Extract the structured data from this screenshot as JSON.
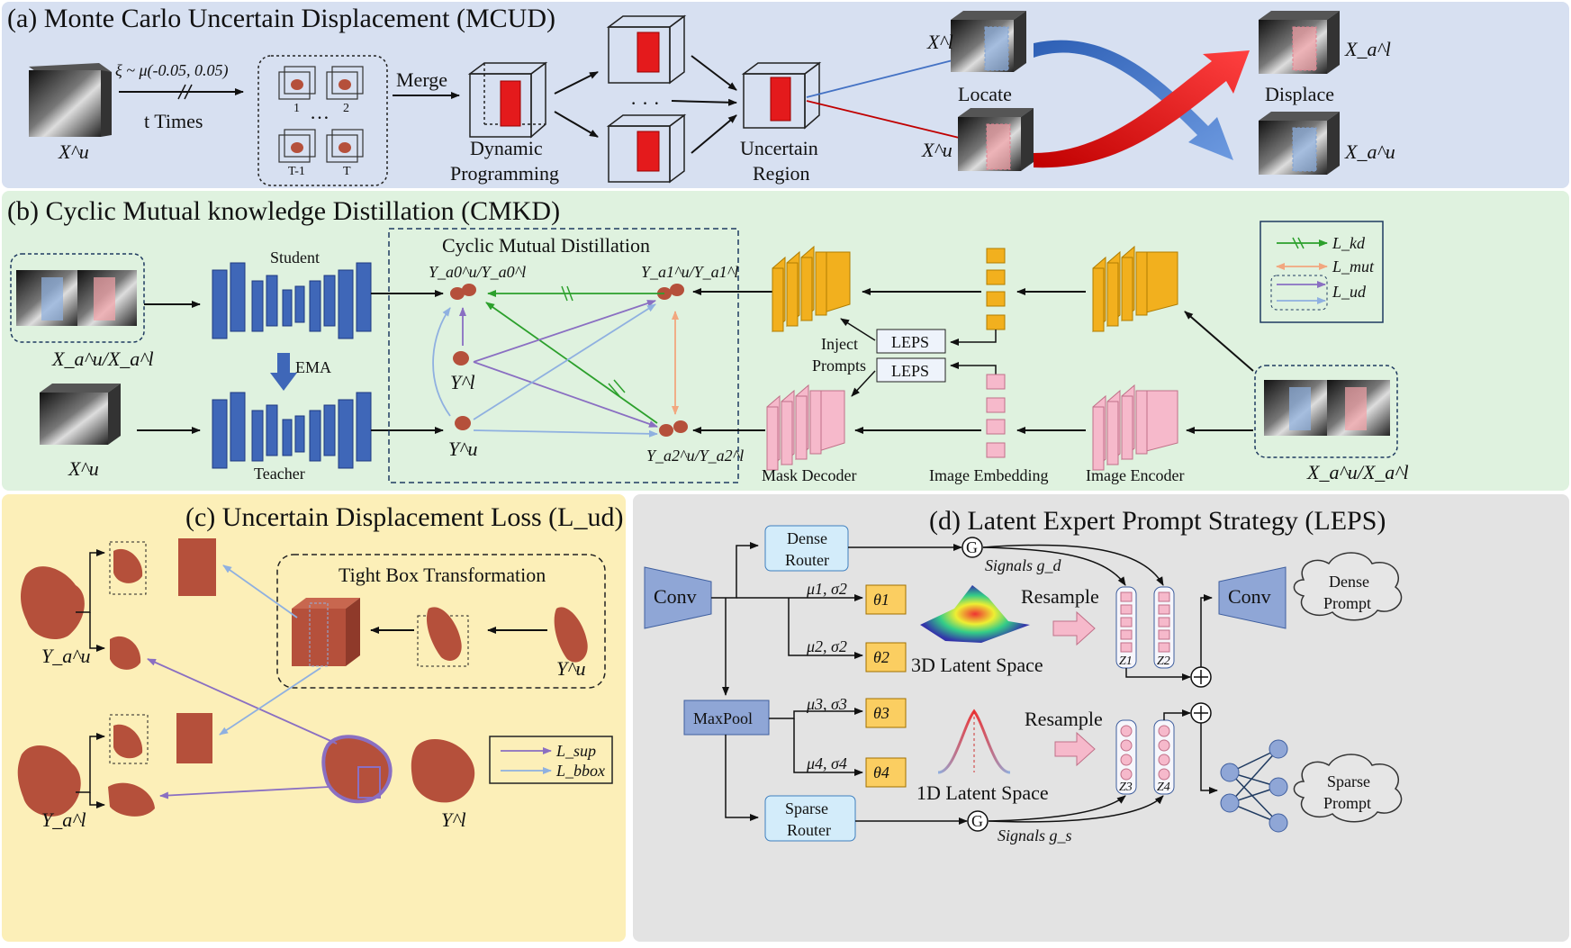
{
  "panel_a": {
    "title": "(a) Monte Carlo Uncertain Displacement (MCUD)",
    "input_label": "X^u",
    "noise_label": "ξ ~ μ(-0.05, 0.05)",
    "times_label": "t Times",
    "sample_labels": [
      "1",
      "2",
      "T-1",
      "T"
    ],
    "ellipsis": "…",
    "merge_label": "Merge",
    "dp_label_1": "Dynamic",
    "dp_label_2": "Programming",
    "dots": "· · ·",
    "uncertain_label_1": "Uncertain",
    "uncertain_label_2": "Region",
    "xl_label": "X^l",
    "xu_label": "X^u",
    "locate_label": "Locate",
    "displace_label": "Displace",
    "xal_label": "X_a^l",
    "xau_label": "X_a^u"
  },
  "panel_b": {
    "title": "(b) Cyclic Mutual knowledge Distillation (CMKD)",
    "input_label": "X_a^u/X_a^l",
    "input2_label": "X^u",
    "student_label": "Student",
    "teacher_label": "Teacher",
    "ema_label": "EMA",
    "cmd_title": "Cyclic Mutual Distillation",
    "y_a0": "Y_a0^u/Y_a0^l",
    "y_a1": "Y_a1^u/Y_a1^l",
    "y_a2": "Y_a2^u/Y_a2^l",
    "y_l": "Y^l",
    "y_u": "Y^u",
    "inject_1": "Inject",
    "inject_2": "Prompts",
    "leps": "LEPS",
    "mask_decoder": "Mask Decoder",
    "image_embedding": "Image Embedding",
    "image_encoder": "Image Encoder",
    "sam_input_label": "X_a^u/X_a^l",
    "legend": [
      "L_kd",
      "L_mut",
      "L_ud"
    ]
  },
  "panel_c": {
    "title": "(c) Uncertain Displacement Loss (L_ud)",
    "tight_box": "Tight Box Transformation",
    "y_au": "Y_a^u",
    "y_al": "Y_a^l",
    "y_u": "Y^u",
    "y_l": "Y^l",
    "legend": [
      "L_sup",
      "L_bbox"
    ]
  },
  "panel_d": {
    "title": "(d) Latent Expert Prompt Strategy (LEPS)",
    "conv": "Conv",
    "maxpool": "MaxPool",
    "dense_router_1": "Dense",
    "dense_router_2": "Router",
    "sparse_router_1": "Sparse",
    "sparse_router_2": "Router",
    "mu1": "μ1, σ2",
    "mu2": "μ2, σ2",
    "mu3": "μ3, σ3",
    "mu4": "μ4, σ4",
    "experts": [
      "θ1",
      "θ2",
      "θ3",
      "θ4"
    ],
    "gate": "G",
    "signals_d": "Signals g_d",
    "signals_s": "Signals g_s",
    "resample": "Resample",
    "latent_3d": "3D Latent Space",
    "latent_1d": "1D Latent Space",
    "z": [
      "Z1",
      "Z2",
      "Z3",
      "Z4"
    ],
    "conv_out": "Conv",
    "dense_prompt_1": "Dense",
    "dense_prompt_2": "Prompt",
    "sparse_prompt_1": "Sparse",
    "sparse_prompt_2": "Prompt"
  },
  "colors": {
    "panel_a_bg": "#d7e0f1",
    "panel_b_bg": "#dff2df",
    "panel_c_bg": "#fcefb8",
    "panel_d_bg": "#e3e3e3",
    "network_blue": "#3f67b8",
    "orange_block": "#f2b01e",
    "pink_block": "#f6b9cb",
    "router_fill": "#d3ecfa",
    "expert_fill": "#fbce61",
    "kd_arrow": "#2ca02c",
    "mut_arrow": "#f2a77f",
    "ud_arrow": "#9b8fd0",
    "red_region": "#e41a1c",
    "organ": "#b5503b"
  }
}
